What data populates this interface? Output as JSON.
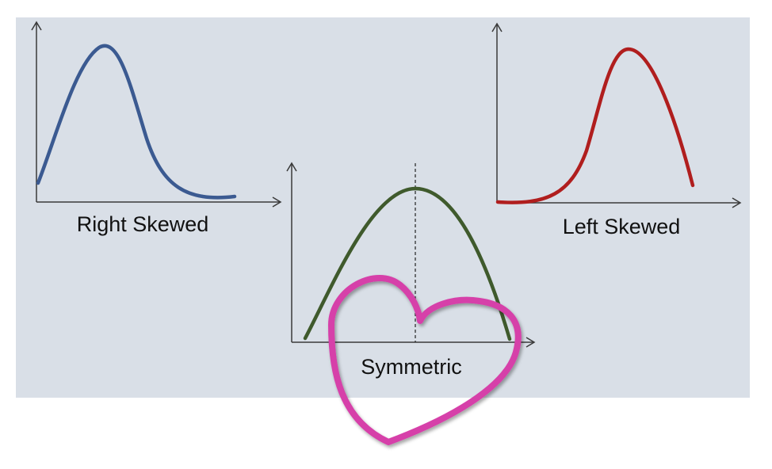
{
  "colors": {
    "panel_bg": "#d9dfe7",
    "axis": "#3a3a3a",
    "right_skewed_curve": "#3b5a91",
    "left_skewed_curve": "#b01e1e",
    "symmetric_curve": "#3f5a2c",
    "heart": "#d63fa9",
    "mean_line": "#222222"
  },
  "panels": {
    "right_skewed": {
      "label": "Right Skewed"
    },
    "symmetric": {
      "label": "Symmetric"
    },
    "left_skewed": {
      "label": "Left Skewed"
    }
  },
  "decorations": {
    "heart_icon": "heart-outline-icon"
  }
}
